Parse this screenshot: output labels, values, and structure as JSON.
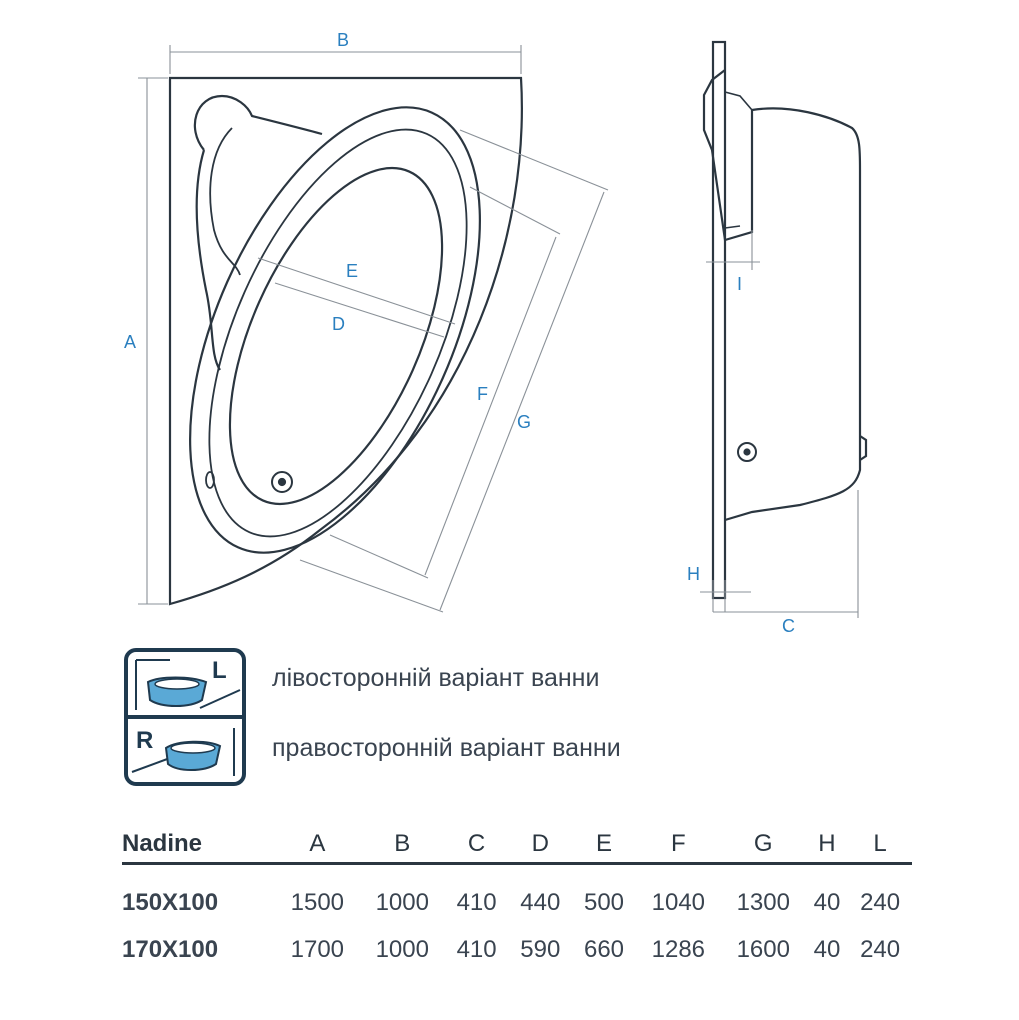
{
  "dimension_labels": {
    "A": "A",
    "B": "B",
    "C": "C",
    "D": "D",
    "E": "E",
    "F": "F",
    "G": "G",
    "H": "H",
    "I": "I"
  },
  "legend": {
    "left_letter": "L",
    "right_letter": "R",
    "left_text": "лівосторонній варіант ванни",
    "right_text": "правосторонній варіант ванни"
  },
  "table": {
    "headers": [
      "Nadine",
      "A",
      "B",
      "C",
      "D",
      "E",
      "F",
      "G",
      "H",
      "L"
    ],
    "rows": [
      [
        "150X100",
        "1500",
        "1000",
        "410",
        "440",
        "500",
        "1040",
        "1300",
        "40",
        "240"
      ],
      [
        "170X100",
        "1700",
        "1000",
        "410",
        "590",
        "660",
        "1286",
        "1600",
        "40",
        "240"
      ]
    ]
  },
  "colors": {
    "outline": "#2b3640",
    "dimension": "#2a7fbf",
    "icon_frame": "#1f3a4f",
    "icon_fill": "#5aa9d6"
  }
}
